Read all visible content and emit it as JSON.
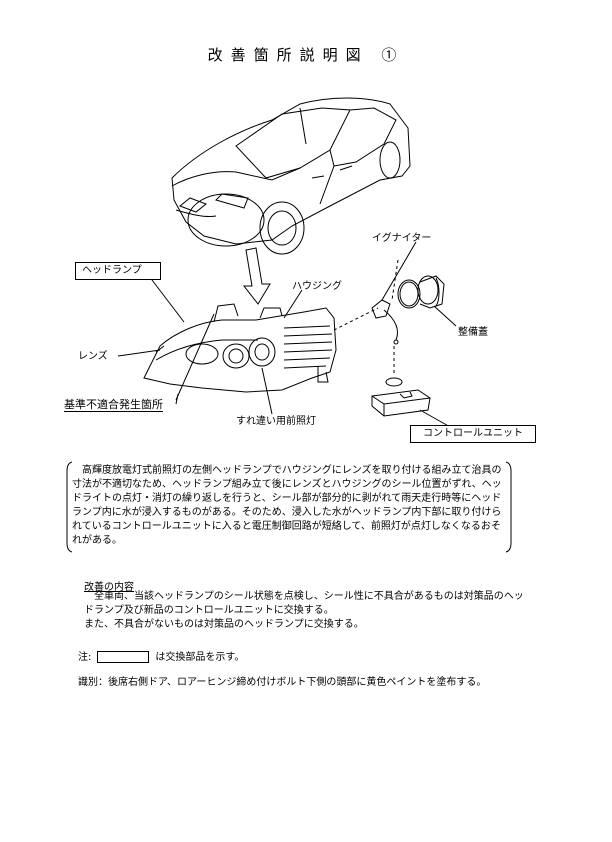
{
  "title": "改善箇所説明図 ①",
  "labels": {
    "headlamp": "ヘッドランプ",
    "housing": "ハウジング",
    "lens": "レンズ",
    "defect_location": "基準不適合発生箇所",
    "passing_lamp": "すれ違い用前照灯",
    "igniter": "イグナイター",
    "cover": "整備蓋",
    "control_unit": "コントロールユニット"
  },
  "description": "高輝度放電灯式前照灯の左側ヘッドランプでハウジングにレンズを取り付ける組み立て治具の寸法が不適切なため、ヘッドランプ組み立て後にレンズとハウジングのシール位置がずれ、ヘッドライトの点灯・消灯の繰り返しを行うと、シール部が部分的に剥がれて雨天走行時等にヘッドランプ内に水が浸入するものがある。そのため、浸入した水がヘッドランプ内下部に取り付けられているコントロールユニットに入ると電圧制御回路が短絡して、前照灯が点灯しなくなるおそれがある。",
  "improvement": {
    "heading": "改善の内容",
    "line1": "全車両、当該ヘッドランプのシール状態を点検し、シール性に不具合があるものは対策品のヘッドランプ及び新品のコントロールユニットに交換する。",
    "line2": "また、不具合がないものは対策品のヘッドランプに交換する。"
  },
  "note": {
    "prefix": "注:",
    "suffix": "は交換部品を示す。"
  },
  "identification": "識別：後席右側ドア、ロアーヒンジ締め付けボルト下側の頭部に黄色ペイントを塗布する。"
}
